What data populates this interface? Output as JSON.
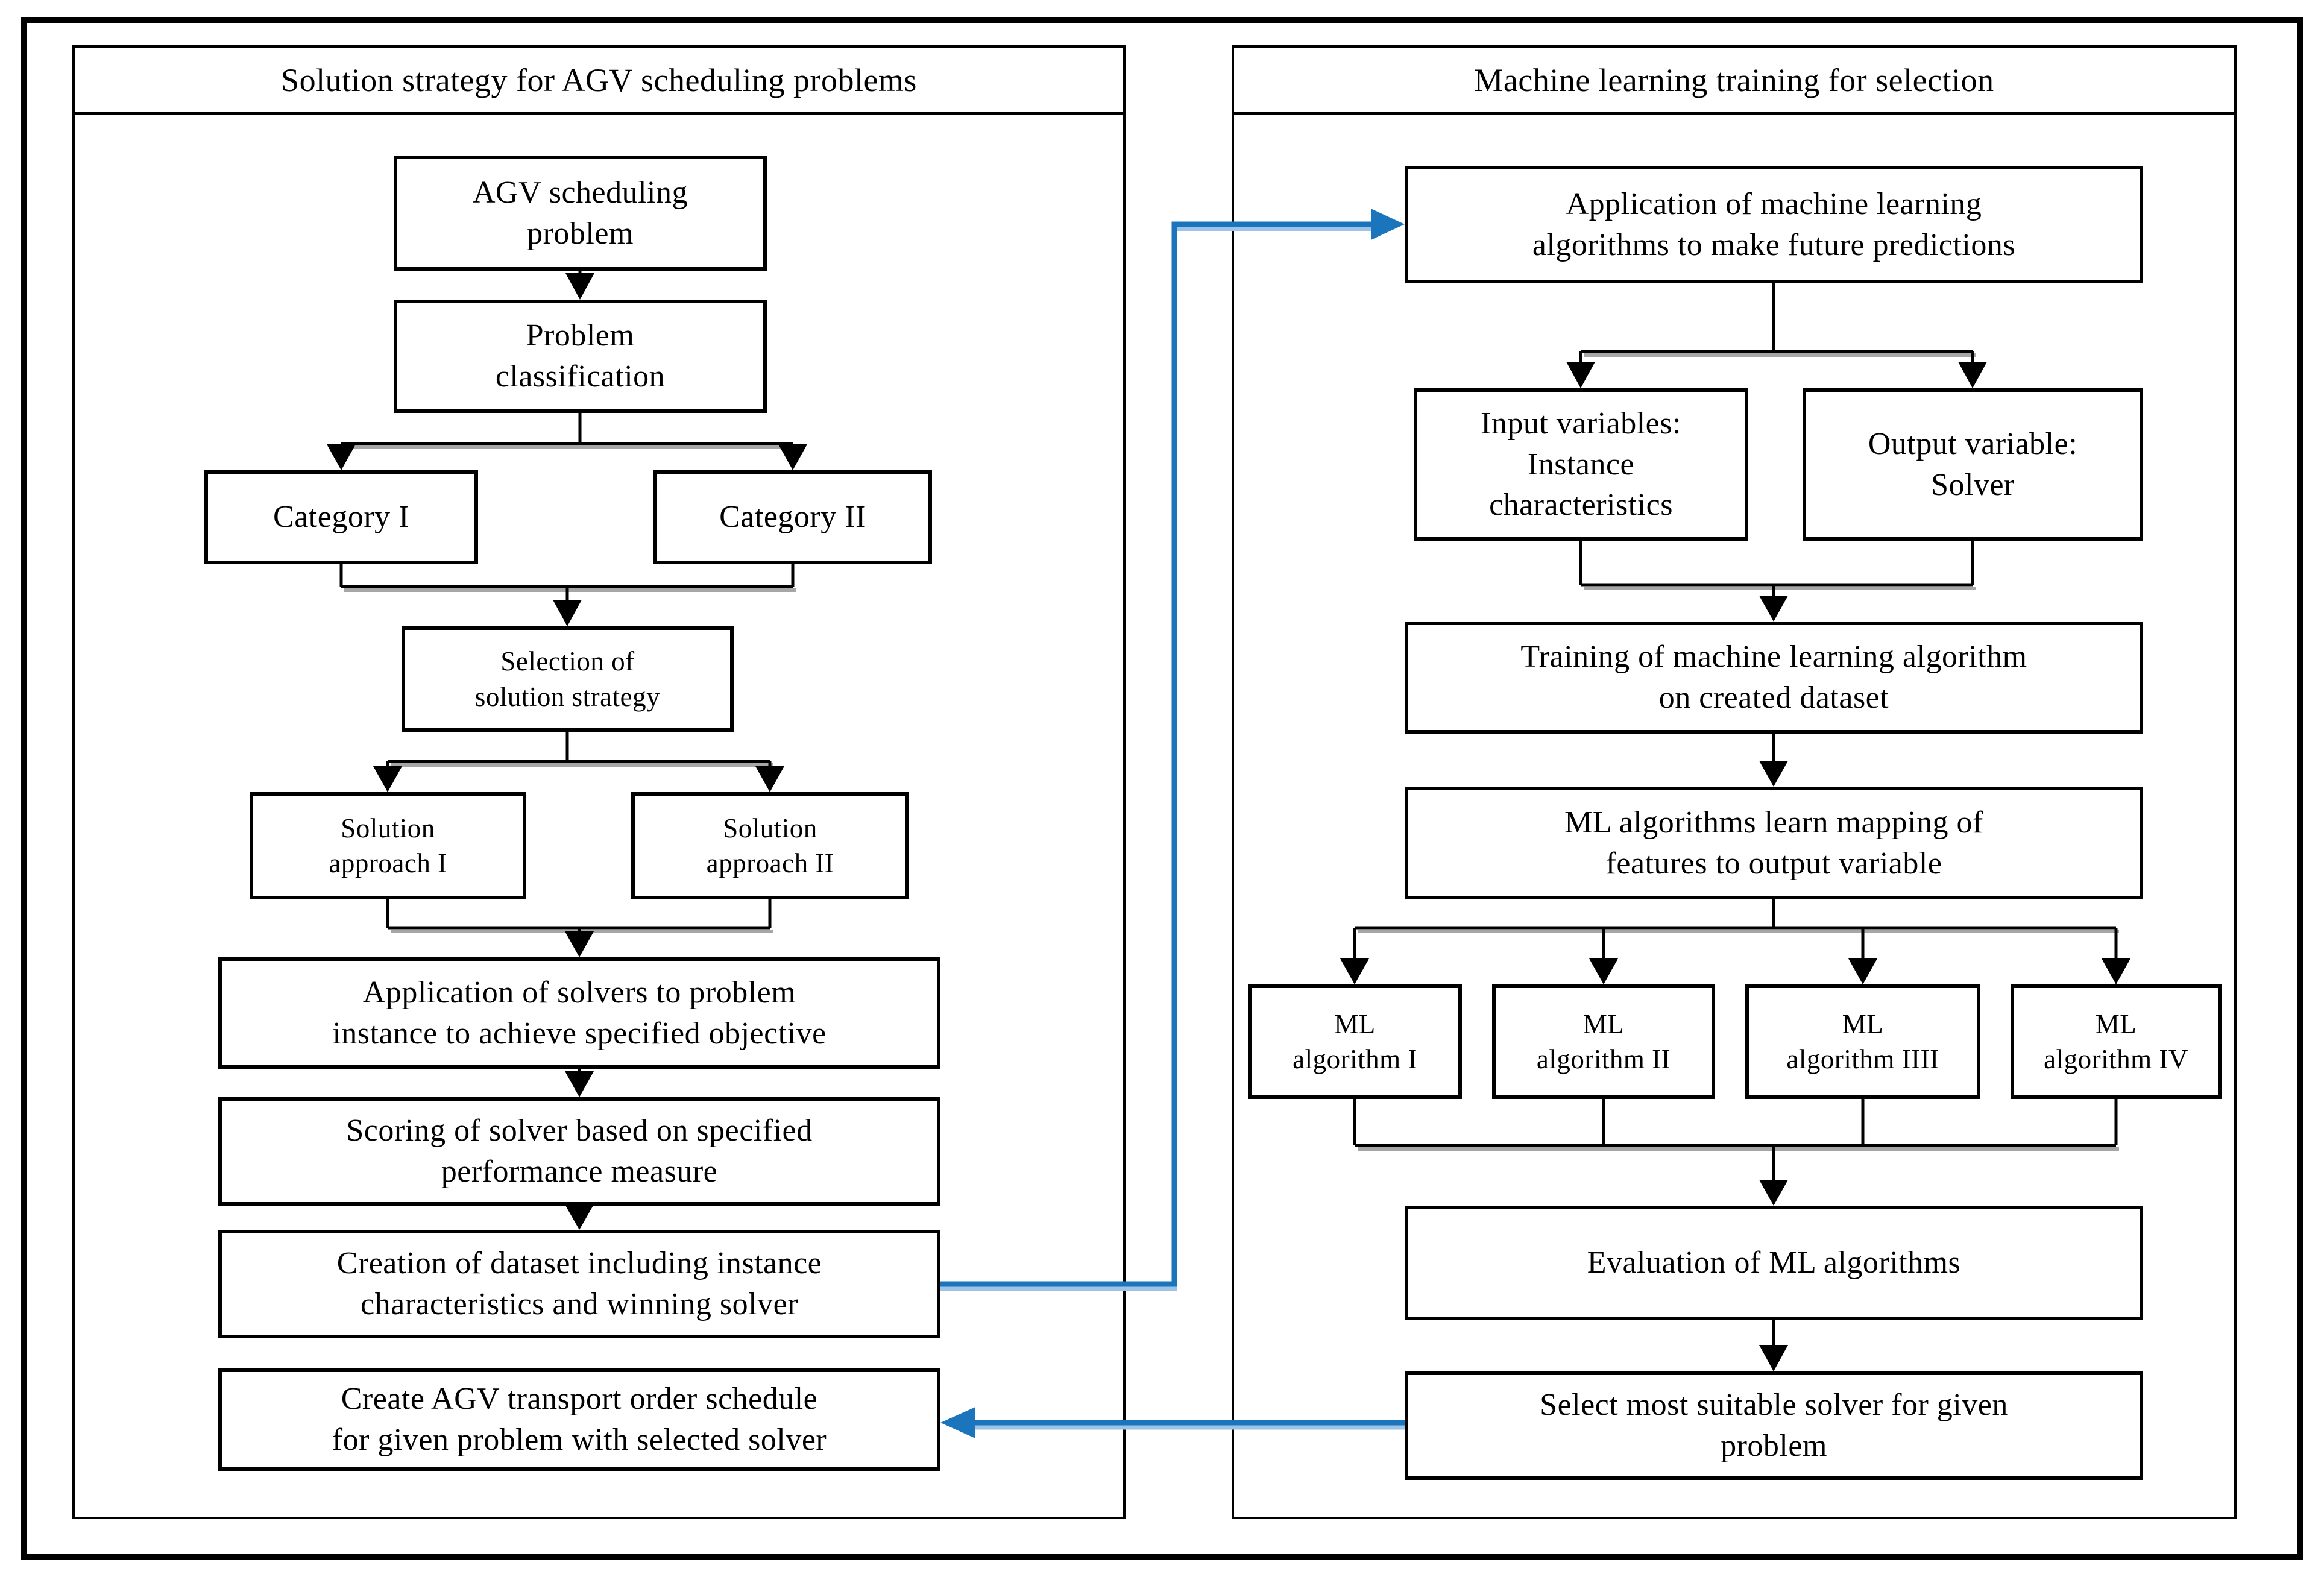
{
  "left": {
    "title": "Solution strategy for AGV scheduling problems",
    "boxes": {
      "agv": "AGV scheduling\nproblem",
      "problem": "Problem\nclassification",
      "cat1": "Category I",
      "cat2": "Category II",
      "selection": "Selection of\nsolution strategy",
      "approach1": "Solution\napproach I",
      "approach2": "Solution\napproach II",
      "solvers": "Application of solvers to problem\ninstance to achieve specified objective",
      "scoring": "Scoring of solver based on specified\nperformance measure",
      "creation": "Creation of dataset including instance\ncharacteristics and winning solver",
      "create_schedule": "Create AGV transport order schedule\nfor given problem with selected solver"
    }
  },
  "right": {
    "title": "Machine learning training for selection",
    "boxes": {
      "ml_application": "Application of machine learning\nalgorithms to make future predictions",
      "input_vars": "Input variables:\nInstance\ncharacteristics",
      "output_var": "Output variable:\nSolver",
      "training": "Training of machine learning algorithm\non created dataset",
      "mapping": "ML algorithms learn mapping of\nfeatures to output variable",
      "ml1": "ML\nalgorithm I",
      "ml2": "ML\nalgorithm II",
      "ml3": "ML\nalgorithm IIII",
      "ml4": "ML\nalgorithm IV",
      "evaluation": "Evaluation of ML algorithms",
      "select": "Select most suitable solver for given\nproblem"
    }
  },
  "colors": {
    "connector_blue": "#1b75bc",
    "connector_blue_shadow": "#9dc3e6",
    "connector_black": "#000000",
    "connector_gray_shadow": "#a6a6a6",
    "box_border": "#000000",
    "background": "#ffffff"
  }
}
